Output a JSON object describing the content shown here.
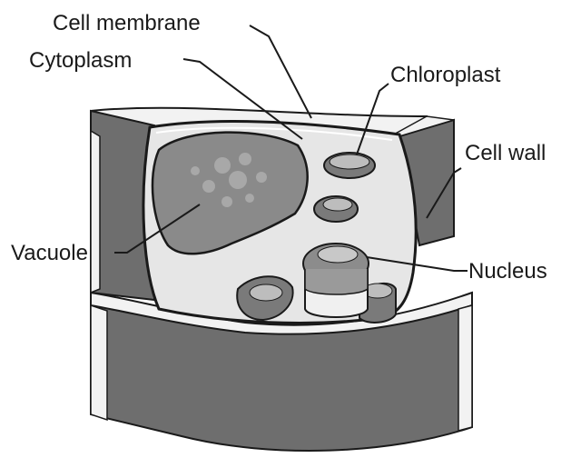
{
  "labels": {
    "cell_membrane": "Cell membrane",
    "cytoplasm": "Cytoplasm",
    "chloroplast": "Chloroplast",
    "cell_wall": "Cell wall",
    "vacuole": "Vacuole",
    "nucleus": "Nucleus"
  },
  "colors": {
    "wall_dark": "#6e6e6e",
    "wall_light": "#f2f2f2",
    "cytoplasm": "#e6e6e6",
    "vacuole": "#8a8a8a",
    "organelle": "#7a7a7a",
    "outline": "#1a1a1a"
  }
}
